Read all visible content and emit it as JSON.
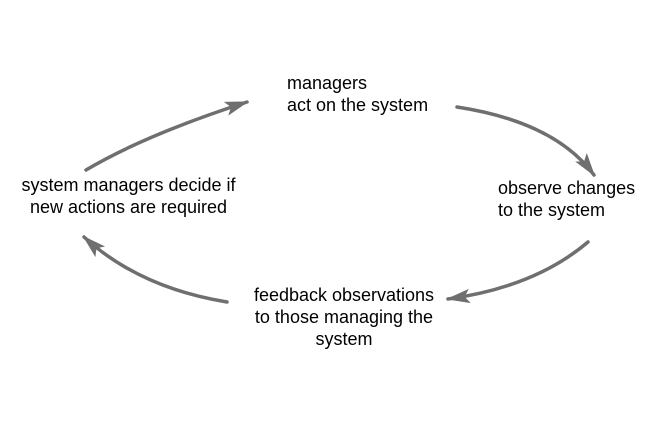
{
  "diagram": {
    "title_hint": "management feedback loop cycle diagram",
    "background_color": "#ffffff",
    "text_color": "#000000",
    "arrow_color": "#6f6f6f",
    "nodes": {
      "top": {
        "line1": "managers",
        "line2": "act on the system"
      },
      "right": {
        "line1": "observe changes",
        "line2": "to the system"
      },
      "bottom": {
        "line1": "feedback observations",
        "line2": "to those managing the",
        "line3": "system"
      },
      "left": {
        "line1": "system managers decide if",
        "line2": "new actions are required"
      }
    },
    "arrows": [
      {
        "from": "left",
        "to": "top",
        "direction": "up-right"
      },
      {
        "from": "top",
        "to": "right",
        "direction": "down-right"
      },
      {
        "from": "right",
        "to": "bottom",
        "direction": "down-left"
      },
      {
        "from": "bottom",
        "to": "left",
        "direction": "up-left"
      }
    ]
  }
}
